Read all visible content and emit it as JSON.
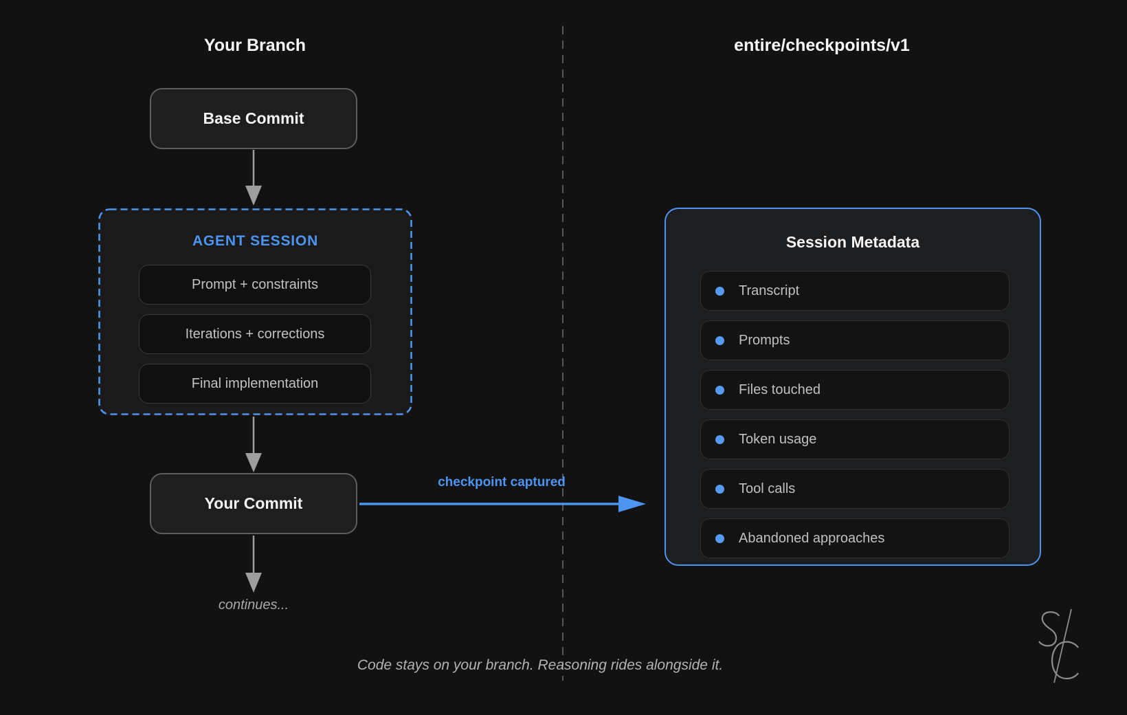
{
  "left_column": {
    "title": "Your Branch",
    "base_commit_label": "Base Commit",
    "agent_session": {
      "title": "AGENT SESSION",
      "steps": [
        "Prompt + constraints",
        "Iterations + corrections",
        "Final implementation"
      ]
    },
    "your_commit_label": "Your Commit",
    "continues_label": "continues..."
  },
  "right_column": {
    "title": "entire/checkpoints/v1",
    "metadata_panel": {
      "title": "Session Metadata",
      "items": [
        "Transcript",
        "Prompts",
        "Files touched",
        "Token usage",
        "Tool calls",
        "Abandoned approaches"
      ]
    }
  },
  "flow": {
    "checkpoint_arrow_label": "checkpoint captured"
  },
  "caption": "Code stays on your branch. Reasoning rides alongside it.",
  "logo": "SC monogram",
  "colors": {
    "accent_blue": "#4d94f0",
    "background": "#121212",
    "arrow_gray": "#9e9e9e"
  }
}
